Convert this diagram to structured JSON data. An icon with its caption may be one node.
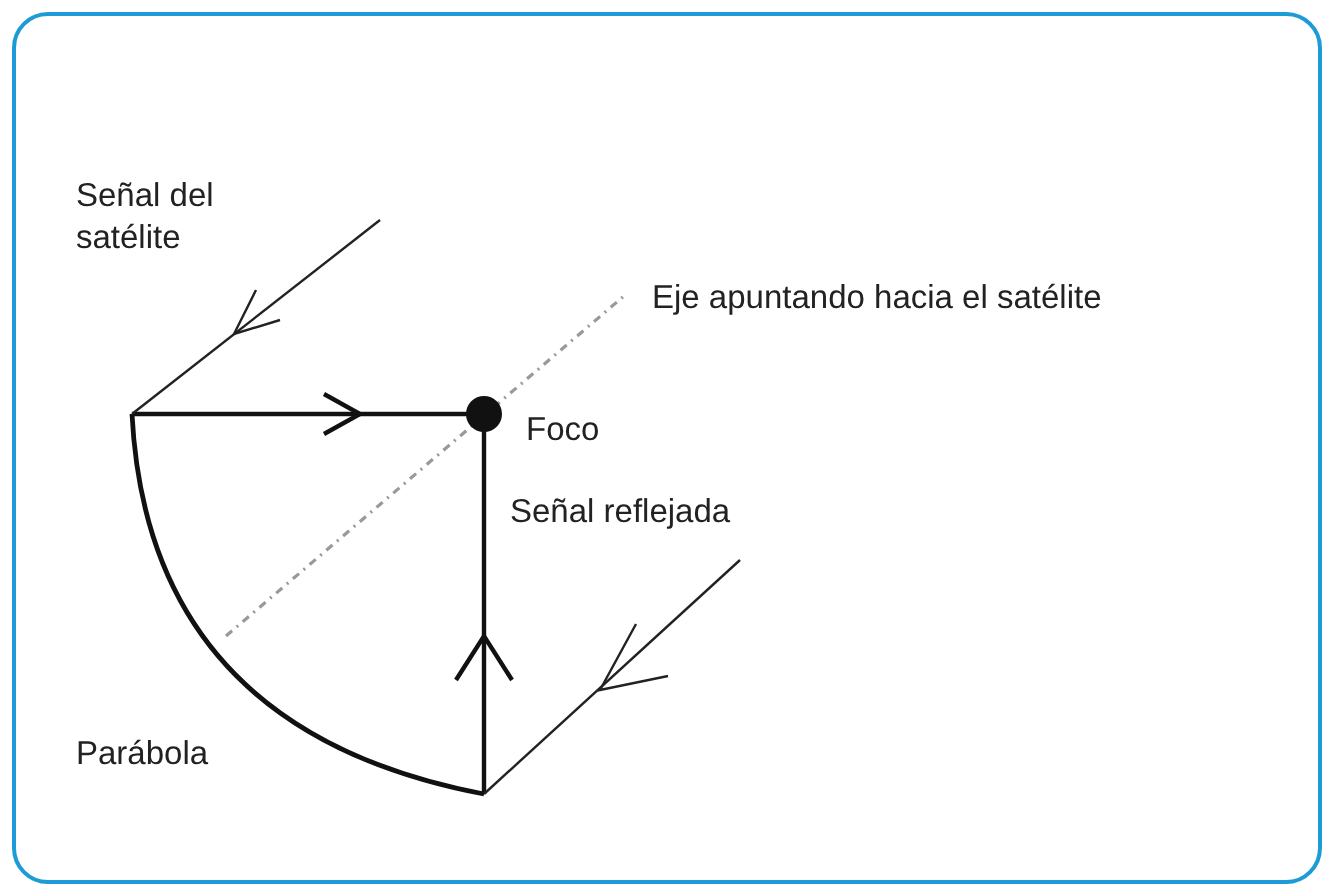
{
  "diagram": {
    "labels": [
      "Señal del satélite",
      "Eje apuntando hacia el satélite",
      "Foco",
      "Señal reflejada",
      "Parábola"
    ]
  }
}
